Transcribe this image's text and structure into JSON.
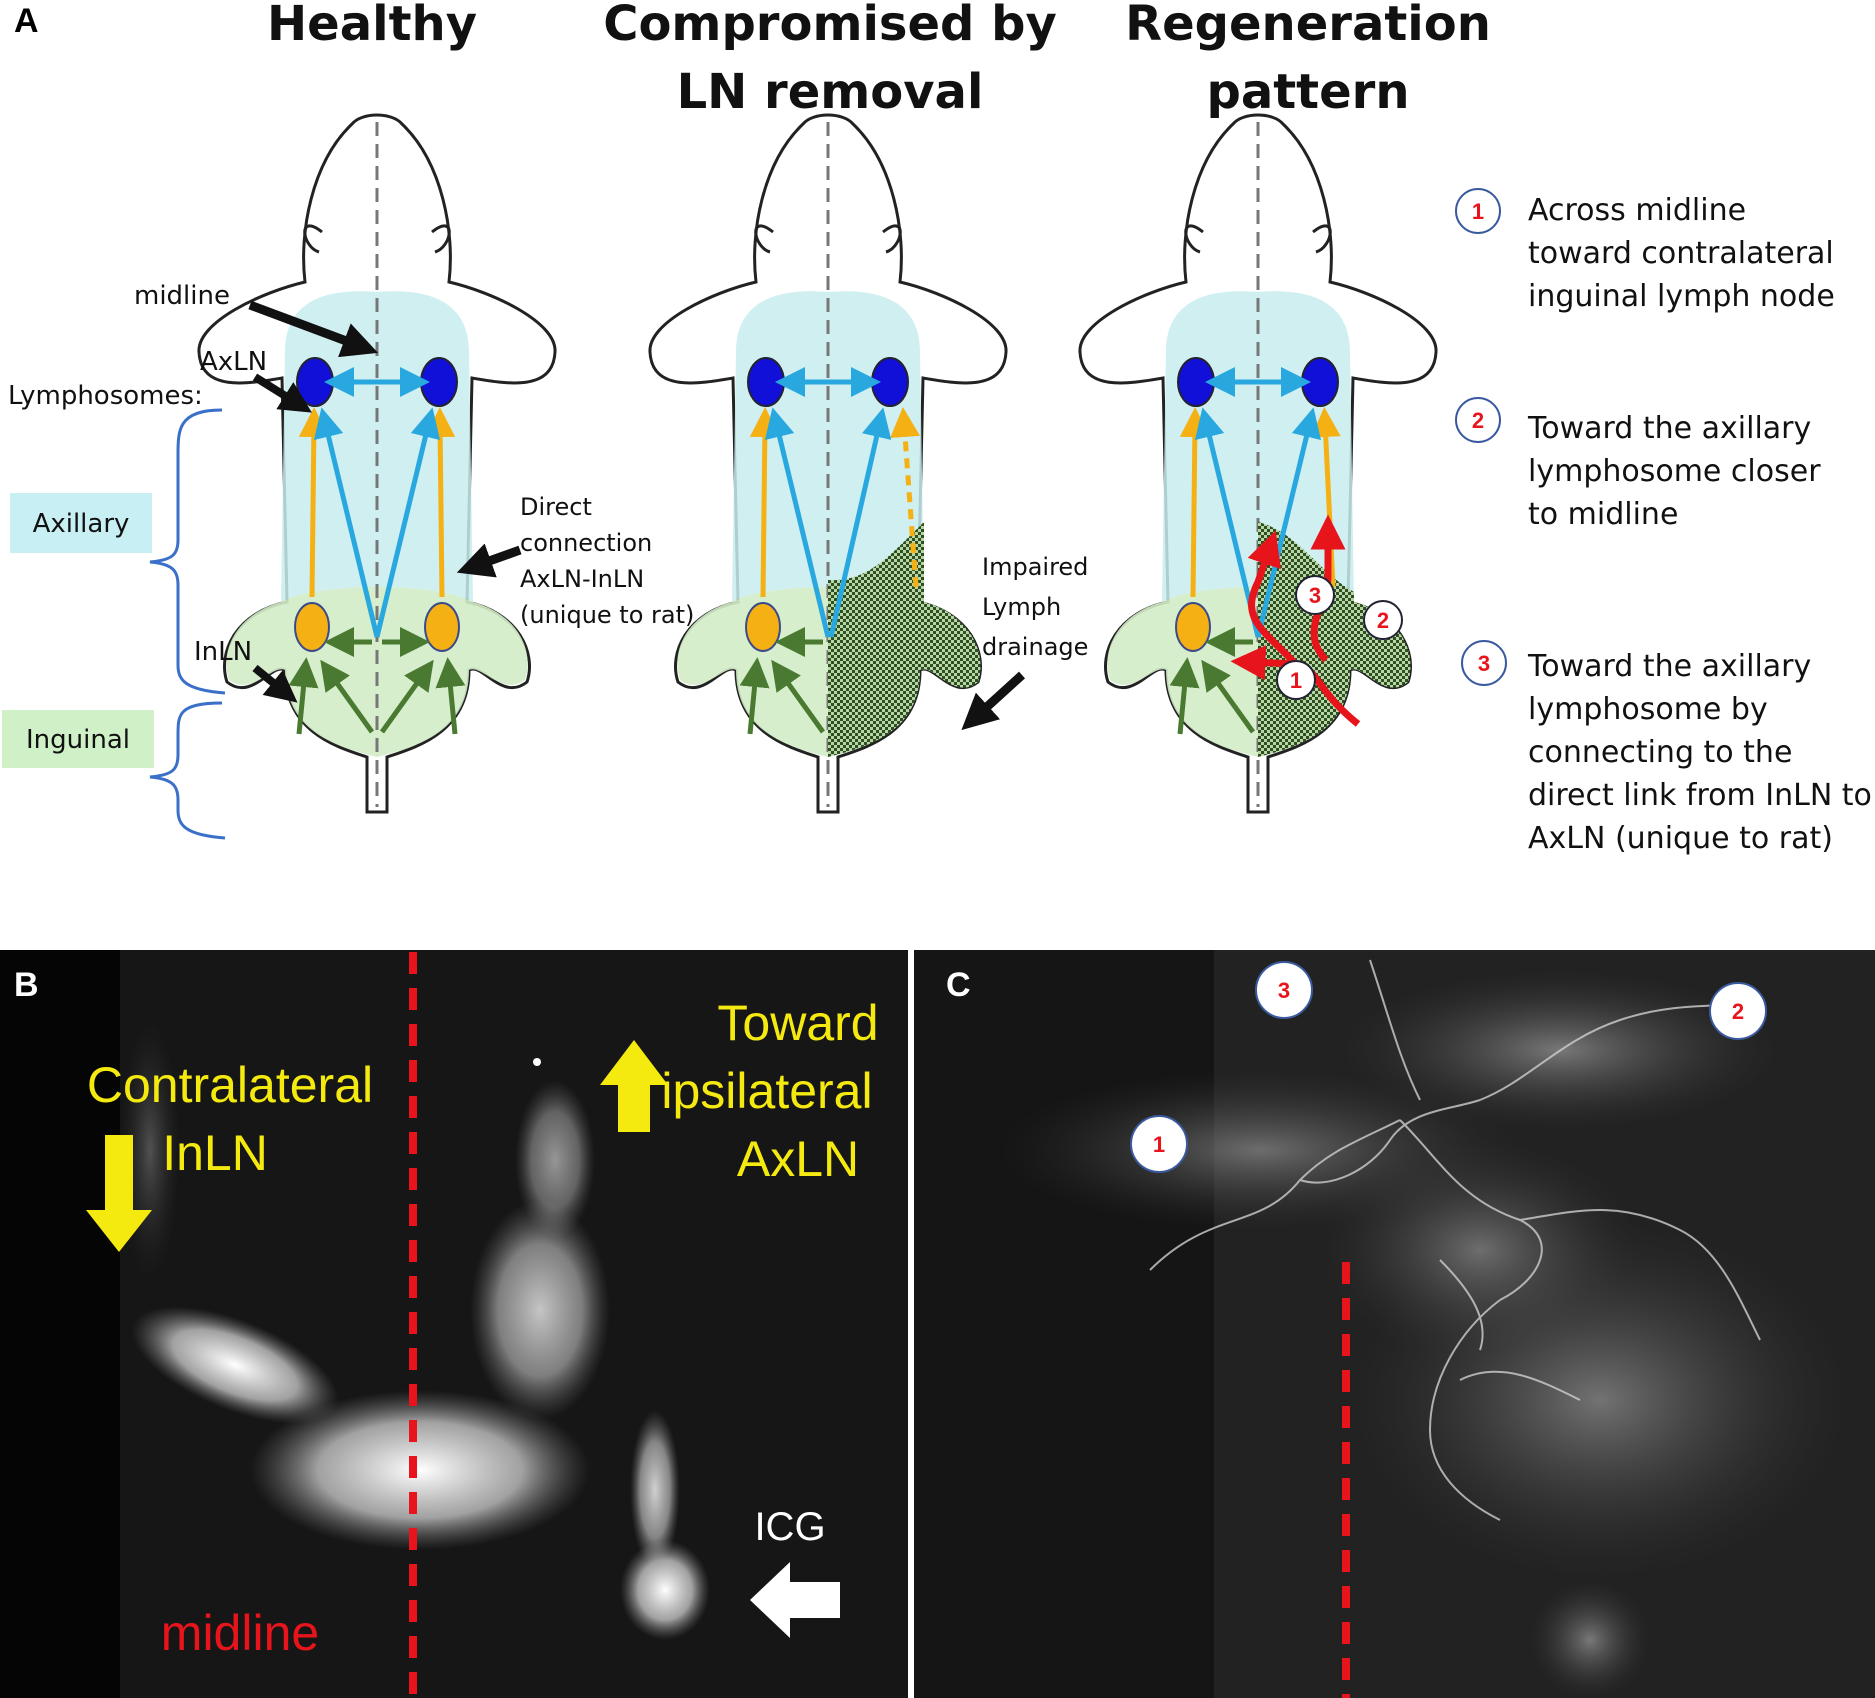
{
  "panel_a": {
    "letter": "A",
    "headings": {
      "healthy": "Healthy",
      "compromised_line1": "Compromised by",
      "compromised_line2": "LN removal",
      "regeneration_line1": "Regeneration",
      "regeneration_line2": "pattern"
    },
    "labels": {
      "midline": "midline",
      "axln": "AxLN",
      "lymphosomes": "Lymphosomes:",
      "axillary": "Axillary",
      "inln": "InLN",
      "inguinal": "Inguinal",
      "direct_line1": "Direct",
      "direct_line2": "connection",
      "direct_line3": "AxLN-InLN",
      "direct_line4": "(unique to rat)",
      "impaired_line1": "Impaired",
      "impaired_line2": "Lymph",
      "impaired_line3": "drainage"
    },
    "legend": [
      {
        "num": "1",
        "lines": [
          "Across midline",
          "toward contralateral",
          "inguinal lymph node"
        ]
      },
      {
        "num": "2",
        "lines": [
          "Toward the axillary",
          "lymphosome closer",
          "to midline"
        ]
      },
      {
        "num": "3",
        "lines": [
          "Toward the axillary",
          "lymphosome by",
          "connecting to the",
          "direct link from InLN to",
          "AxLN (unique to rat)"
        ]
      }
    ],
    "colors": {
      "axillary_zone": "#c8ecef",
      "inguinal_zone": "#d3ecc8",
      "axln_node": "#1010d8",
      "inln_node": "#f5b014",
      "blue_arrow": "#29a8e0",
      "orange_arrow": "#f5b014",
      "green_arrow": "#4a7a32",
      "red_arrow": "#e8141c"
    }
  },
  "panel_b": {
    "letter": "B",
    "contralateral_line1": "Contralateral",
    "contralateral_line2": "InLN",
    "toward_line1": "Toward",
    "toward_line2": "ipsilateral",
    "toward_line3": "AxLN",
    "icg": "ICG",
    "midline": "midline"
  },
  "panel_c": {
    "letter": "C",
    "markers": [
      "1",
      "2",
      "3"
    ]
  }
}
